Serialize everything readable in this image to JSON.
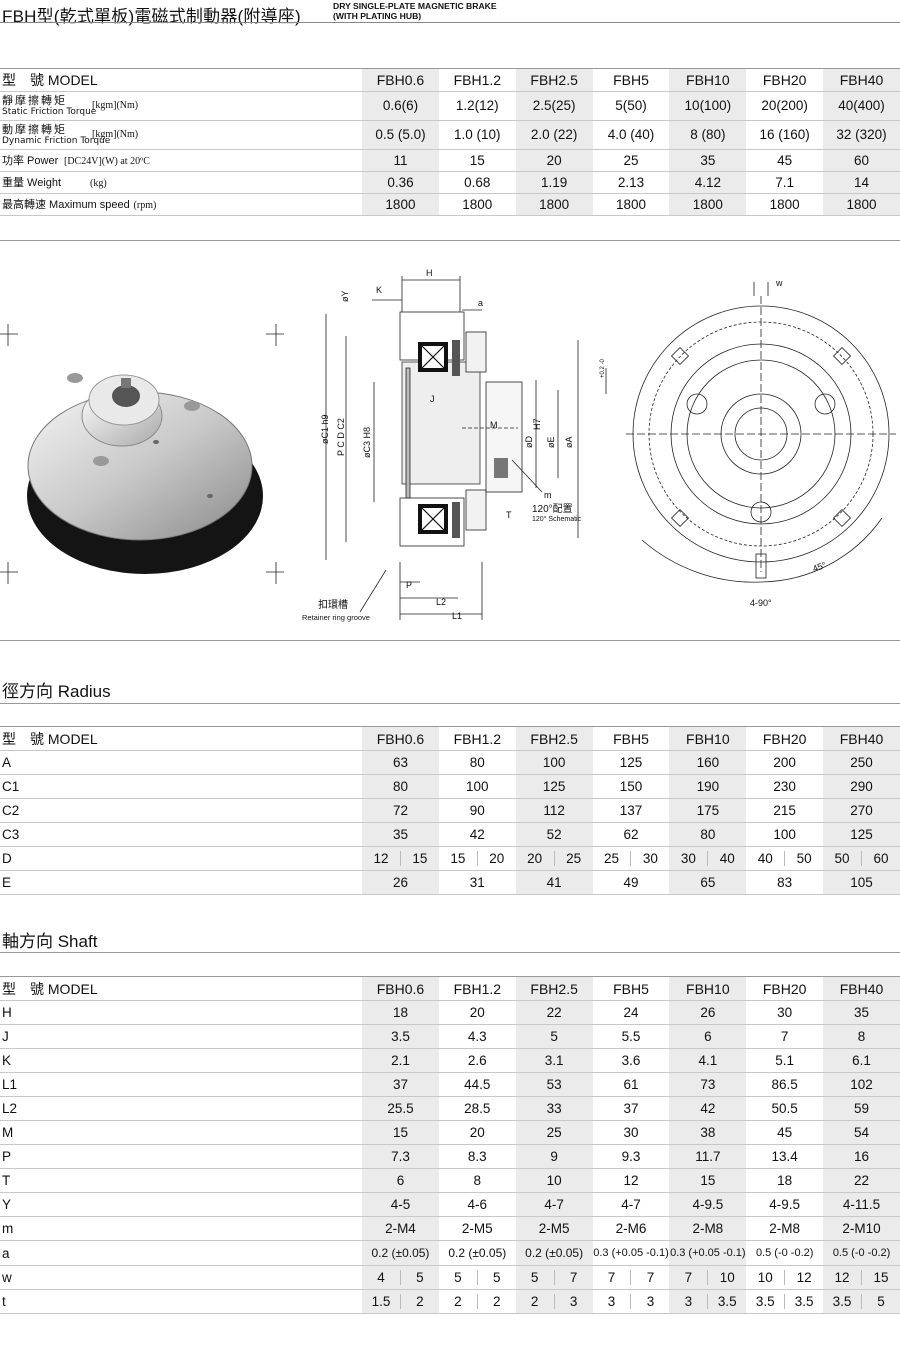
{
  "header": {
    "title_cn": "FBH型(乾式單板)電磁式制動器(附導座)",
    "title_en_line1": "DRY SINGLE-PLATE MAGNETIC BRAKE",
    "title_en_line2": "(WITH PLATING HUB)"
  },
  "models": [
    "FBH0.6",
    "FBH1.2",
    "FBH2.5",
    "FBH5",
    "FBH10",
    "FBH20",
    "FBH40"
  ],
  "spec_table": {
    "model_label": "型　號 MODEL",
    "rows": [
      {
        "label_cn": "靜摩擦轉矩",
        "label_en": "Static Friction Torque",
        "unit": "[kgm](Nm)",
        "values": [
          "0.6(6)",
          "1.2(12)",
          "2.5(25)",
          "5(50)",
          "10(100)",
          "20(200)",
          "40(400)"
        ]
      },
      {
        "label_cn": "動摩擦轉矩",
        "label_en": "Dynamic Friction Torque",
        "unit": "[kgm](Nm)",
        "values": [
          "0.5 (5.0)",
          "1.0 (10)",
          "2.0 (22)",
          "4.0 (40)",
          "8 (80)",
          "16 (160)",
          "32 (320)"
        ]
      },
      {
        "label": "功率 Power",
        "unit": "[DC24V](W) at 20ºC",
        "values": [
          "11",
          "15",
          "20",
          "25",
          "35",
          "45",
          "60"
        ]
      },
      {
        "label": "重量 Weight",
        "unit": "(kg)",
        "values": [
          "0.36",
          "0.68",
          "1.19",
          "2.13",
          "4.12",
          "7.1",
          "14"
        ]
      },
      {
        "label": "最高轉速 Maximum speed",
        "unit": "(rpm)",
        "values": [
          "1800",
          "1800",
          "1800",
          "1800",
          "1800",
          "1800",
          "1800"
        ]
      }
    ]
  },
  "diagram_labels": {
    "H": "H",
    "K": "K",
    "a": "a",
    "Y": "øY",
    "J": "J",
    "M": "M",
    "C1": "øC1 h9",
    "PCD": "P C D  C2",
    "C3": "øC3 H8",
    "D": "øD",
    "H7": "H7",
    "E": "øE",
    "A": "øA",
    "m": "m",
    "T": "T",
    "P": "P",
    "L2": "L2",
    "L1": "L1",
    "schematic_cn": "120°配置",
    "schematic_en": "120° Schematic",
    "retainer_cn": "扣環槽",
    "retainer_en": "Retainer ring groove",
    "tol": "+0.2\n-0",
    "w": "w",
    "angle45": "45°",
    "angle90": "4-90°"
  },
  "radius": {
    "title": "徑方向  Radius",
    "model_label": "型　號 MODEL",
    "rows": [
      {
        "label": "A",
        "values": [
          "63",
          "80",
          "100",
          "125",
          "160",
          "200",
          "250"
        ]
      },
      {
        "label": "C1",
        "values": [
          "80",
          "100",
          "125",
          "150",
          "190",
          "230",
          "290"
        ]
      },
      {
        "label": "C2",
        "values": [
          "72",
          "90",
          "112",
          "137",
          "175",
          "215",
          "270"
        ]
      },
      {
        "label": "C3",
        "values": [
          "35",
          "42",
          "52",
          "62",
          "80",
          "100",
          "125"
        ]
      },
      {
        "label": "D",
        "pairs": [
          [
            "12",
            "15"
          ],
          [
            "15",
            "20"
          ],
          [
            "20",
            "25"
          ],
          [
            "25",
            "30"
          ],
          [
            "30",
            "40"
          ],
          [
            "40",
            "50"
          ],
          [
            "50",
            "60"
          ]
        ]
      },
      {
        "label": "E",
        "values": [
          "26",
          "31",
          "41",
          "49",
          "65",
          "83",
          "105"
        ]
      }
    ]
  },
  "shaft": {
    "title": "軸方向  Shaft",
    "model_label": "型　號 MODEL",
    "rows": [
      {
        "label": "H",
        "values": [
          "18",
          "20",
          "22",
          "24",
          "26",
          "30",
          "35"
        ]
      },
      {
        "label": "J",
        "values": [
          "3.5",
          "4.3",
          "5",
          "5.5",
          "6",
          "7",
          "8"
        ]
      },
      {
        "label": "K",
        "values": [
          "2.1",
          "2.6",
          "3.1",
          "3.6",
          "4.1",
          "5.1",
          "6.1"
        ]
      },
      {
        "label": "L1",
        "values": [
          "37",
          "44.5",
          "53",
          "61",
          "73",
          "86.5",
          "102"
        ]
      },
      {
        "label": "L2",
        "values": [
          "25.5",
          "28.5",
          "33",
          "37",
          "42",
          "50.5",
          "59"
        ]
      },
      {
        "label": "M",
        "values": [
          "15",
          "20",
          "25",
          "30",
          "38",
          "45",
          "54"
        ]
      },
      {
        "label": "P",
        "values": [
          "7.3",
          "8.3",
          "9",
          "9.3",
          "11.7",
          "13.4",
          "16"
        ]
      },
      {
        "label": "T",
        "values": [
          "6",
          "8",
          "10",
          "12",
          "15",
          "18",
          "22"
        ]
      },
      {
        "label": "Y",
        "values": [
          "4-5",
          "4-6",
          "4-7",
          "4-7",
          "4-9.5",
          "4-9.5",
          "4-11.5"
        ]
      },
      {
        "label": "m",
        "values": [
          "2-M4",
          "2-M5",
          "2-M5",
          "2-M6",
          "2-M8",
          "2-M8",
          "2-M10"
        ]
      },
      {
        "label": "a",
        "values": [
          "0.2 (±0.05)",
          "0.2 (±0.05)",
          "0.2 (±0.05)",
          "0.3 (+0.05 -0.1)",
          "0.3 (+0.05 -0.1)",
          "0.5 (-0 -0.2)",
          "0.5 (-0 -0.2)"
        ]
      },
      {
        "label": "w",
        "pairs": [
          [
            "4",
            "5"
          ],
          [
            "5",
            "5"
          ],
          [
            "5",
            "7"
          ],
          [
            "7",
            "7"
          ],
          [
            "7",
            "10"
          ],
          [
            "10",
            "12"
          ],
          [
            "12",
            "15"
          ]
        ]
      },
      {
        "label": "t",
        "pairs": [
          [
            "1.5",
            "2"
          ],
          [
            "2",
            "2"
          ],
          [
            "2",
            "3"
          ],
          [
            "3",
            "3"
          ],
          [
            "3",
            "3.5"
          ],
          [
            "3.5",
            "3.5"
          ],
          [
            "3.5",
            "5"
          ]
        ]
      }
    ]
  }
}
